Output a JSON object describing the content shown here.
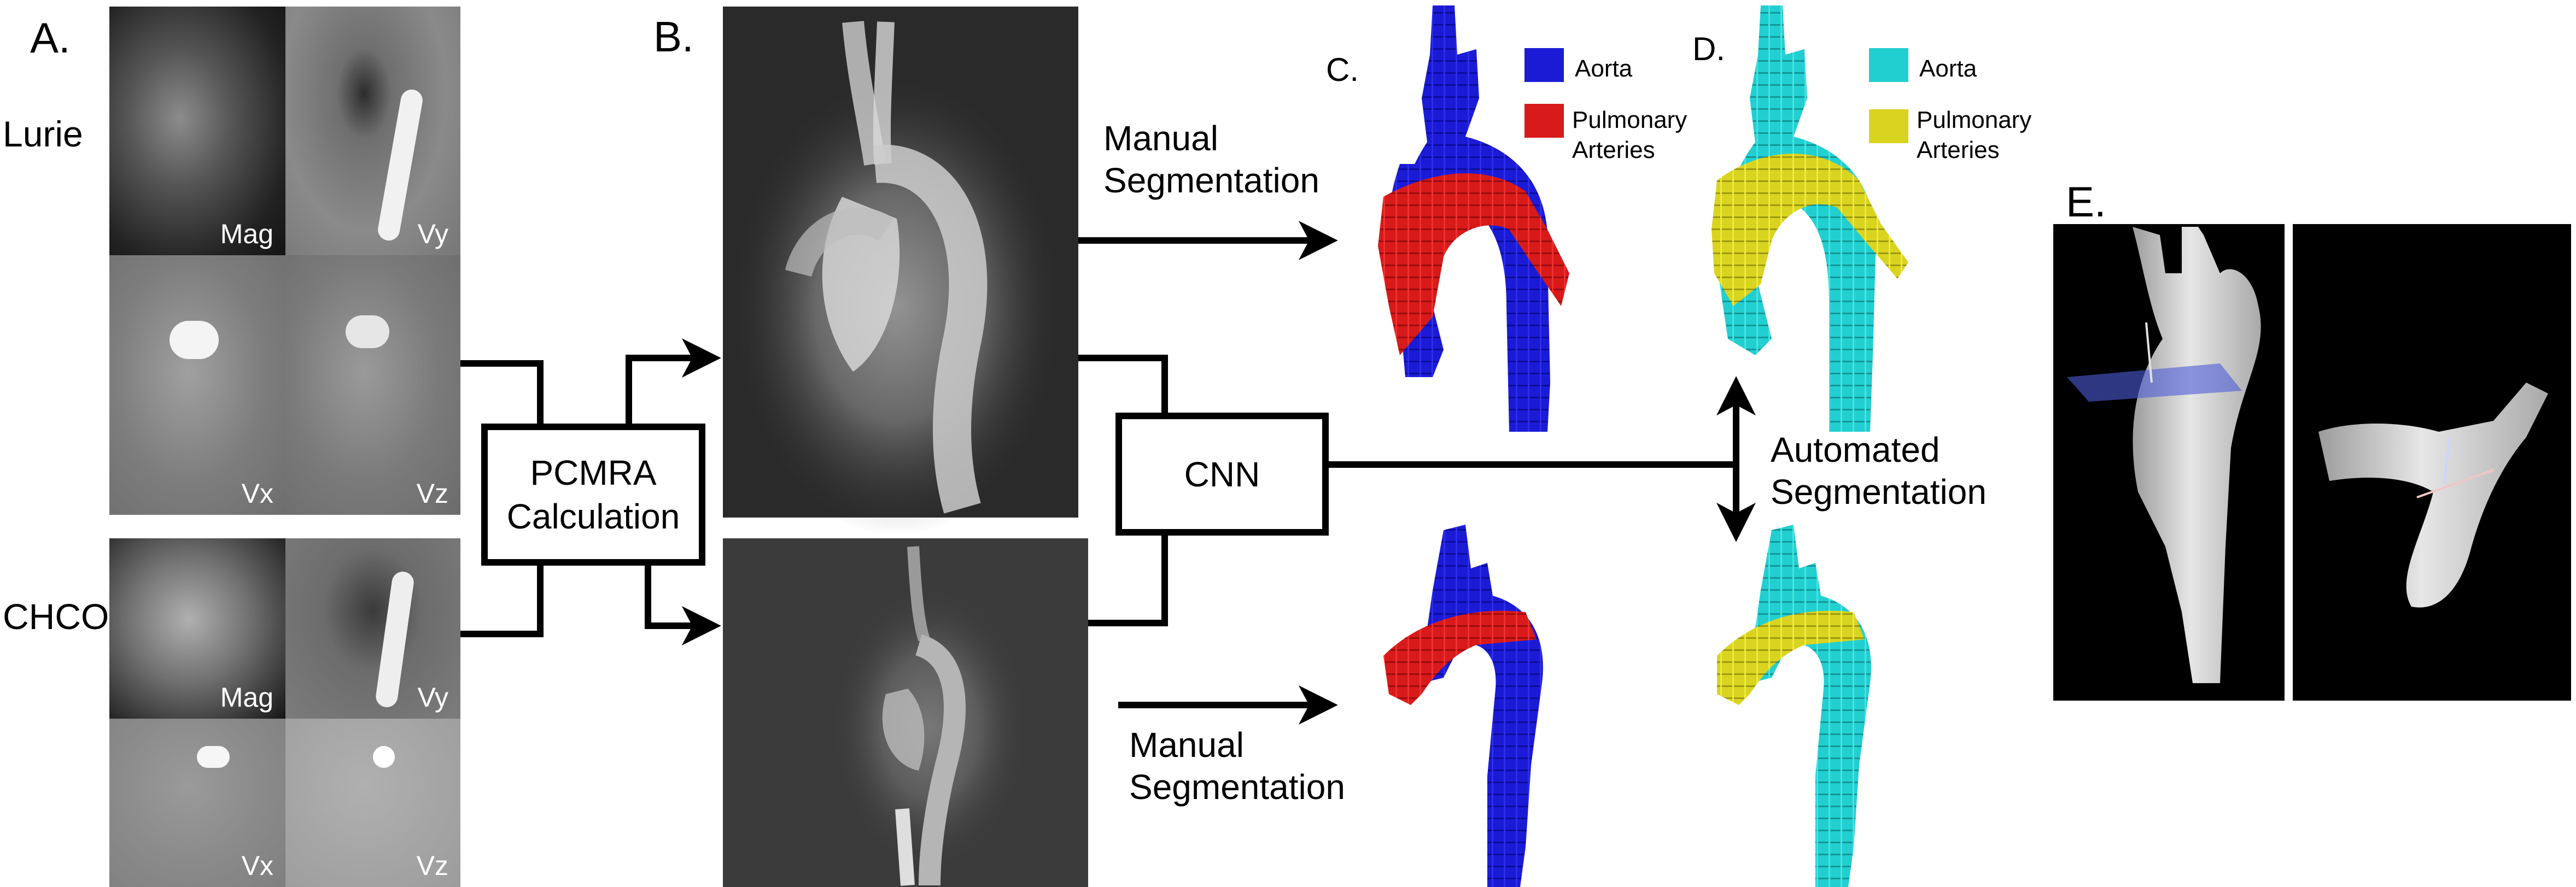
{
  "colors": {
    "aorta_c": "#1b1bd6",
    "pulmonary_c": "#d81a1a",
    "aorta_d": "#22cfd0",
    "pulmonary_d": "#d9d420",
    "arrow": "#000000"
  },
  "panels": {
    "a": "A.",
    "b": "B.",
    "c": "C.",
    "d": "D.",
    "e": "E."
  },
  "rows": {
    "lurie": "Lurie",
    "chco": "CHCO"
  },
  "tiles": {
    "lurie": {
      "mag": "Mag",
      "vy": "Vy",
      "vx": "Vx",
      "vz": "Vz"
    },
    "chco": {
      "mag": "Mag",
      "vy": "Vy",
      "vx": "Vx",
      "vz": "Vz"
    }
  },
  "flow": {
    "pcmra_line1": "PCMRA",
    "pcmra_line2": "Calculation",
    "cnn": "CNN",
    "manual_top_line1": "Manual",
    "manual_top_line2": "Segmentation",
    "manual_bottom_line1": "Manual",
    "manual_bottom_line2": "Segmentation",
    "automated_line1": "Automated",
    "automated_line2": "Segmentation"
  },
  "legend_c": {
    "aorta": "Aorta",
    "pulmonary_line1": "Pulmonary",
    "pulmonary_line2": "Arteries"
  },
  "legend_d": {
    "aorta": "Aorta",
    "pulmonary_line1": "Pulmonary",
    "pulmonary_line2": "Arteries"
  }
}
